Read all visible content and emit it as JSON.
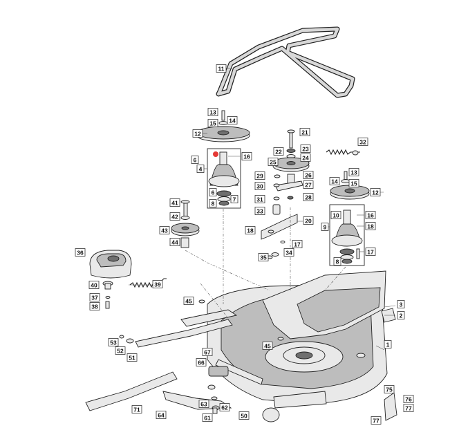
{
  "diagram": {
    "labels": [
      "1",
      "2",
      "3",
      "4",
      "6",
      "6",
      "7",
      "8",
      "8",
      "9",
      "10",
      "11",
      "12",
      "12",
      "13",
      "13",
      "14",
      "14",
      "15",
      "15",
      "16",
      "16",
      "17",
      "17",
      "18",
      "18",
      "20",
      "21",
      "22",
      "23",
      "24",
      "25",
      "26",
      "27",
      "28",
      "29",
      "30",
      "31",
      "32",
      "33",
      "34",
      "35",
      "36",
      "37",
      "38",
      "39",
      "40",
      "41",
      "42",
      "43",
      "44",
      "45",
      "45",
      "50",
      "51",
      "52",
      "53",
      "61",
      "62",
      "63",
      "64",
      "66",
      "67",
      "71",
      "75",
      "76",
      "77",
      "77"
    ],
    "colors": {
      "line": "#222222",
      "part_fill": "#e9e9e9",
      "highlight": "#e53935"
    }
  }
}
